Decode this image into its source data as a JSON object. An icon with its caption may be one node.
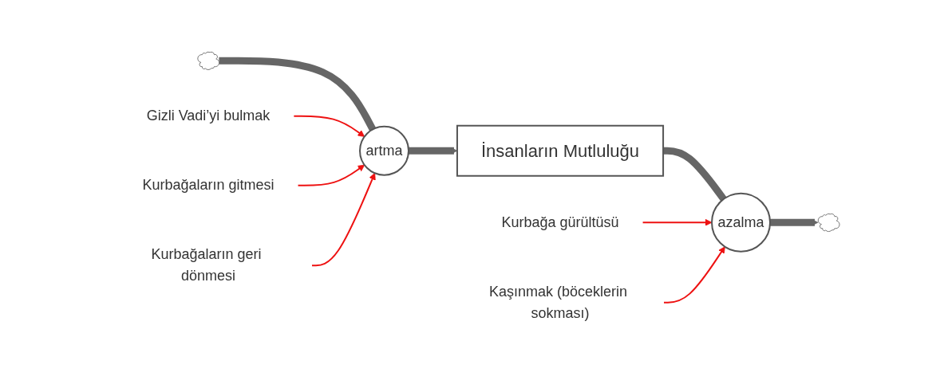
{
  "diagram": {
    "nodes": [
      {
        "text": [],
        "shape": "cloud"
      },
      {
        "text": [
          "artma"
        ]
      },
      {
        "text": [
          "İnsanların Mutluluğu"
        ]
      },
      {
        "text": [
          "azalma"
        ]
      },
      {
        "text": [],
        "shape": "cloud"
      },
      {
        "text": [
          "Gizli Vadi’yi bulmak"
        ]
      },
      {
        "text": [
          "Kurbağaların gitmesi"
        ]
      },
      {
        "text": [
          "Kurbağaların geri dönmesi"
        ]
      },
      {
        "text": [
          "Kurbağa gürültüsü"
        ]
      },
      {
        "text": [
          "Kaşınmak (böceklerin sokması)"
        ]
      }
    ],
    "edges": [
      {
        "from": 0,
        "to": 1,
        "arrow": "none",
        "style": "thick",
        "color": "#666666"
      },
      {
        "from": 1,
        "to": 2,
        "arrow": "to",
        "style": "thick",
        "color": "#666666"
      },
      {
        "from": 2,
        "to": 3,
        "arrow": "none",
        "style": "thick",
        "color": "#666666"
      },
      {
        "from": 3,
        "to": 4,
        "arrow": "to",
        "style": "thick",
        "color": "#666666"
      },
      {
        "from": 5,
        "to": 1,
        "arrow": "to"
      },
      {
        "from": 6,
        "to": 1,
        "arrow": "to"
      },
      {
        "from": 7,
        "to": 1,
        "arrow": "to"
      },
      {
        "from": 8,
        "to": 3,
        "arrow": "to"
      },
      {
        "from": 9,
        "to": 3,
        "arrow": "to"
      }
    ]
  }
}
